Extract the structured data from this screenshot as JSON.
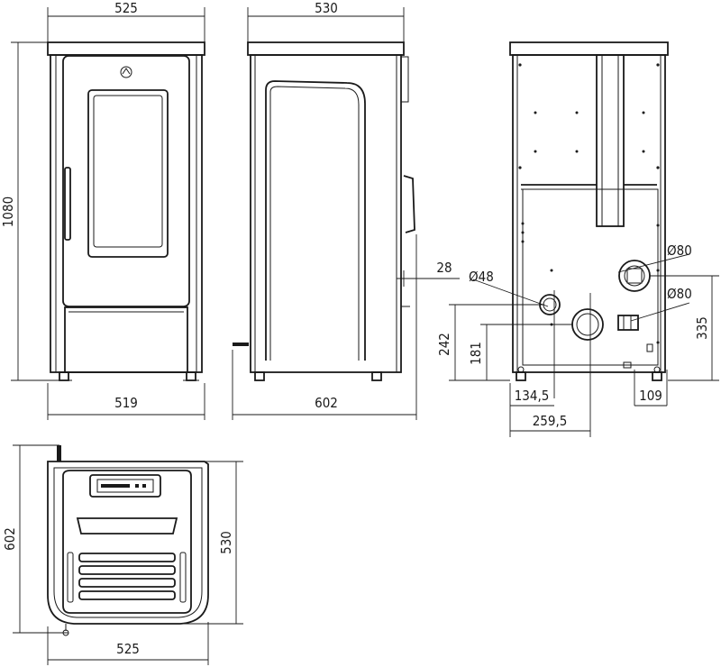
{
  "dimensions": {
    "front_width_top": "525",
    "front_height": "1080",
    "front_width_bottom": "519",
    "side_depth_top": "530",
    "side_depth_bottom": "602",
    "side_offset": "28",
    "rear_flue_dia": "Ø48",
    "rear_outlet_dia_upper": "Ø80",
    "rear_outlet_dia_lower": "Ø80",
    "rear_height_left_outer": "242",
    "rear_height_left_inner": "181",
    "rear_height_right": "335",
    "rear_offset_1": "134,5",
    "rear_offset_2": "259,5",
    "rear_offset_right": "109",
    "top_depth_outer": "602",
    "top_depth_inner": "530",
    "top_width": "525"
  }
}
